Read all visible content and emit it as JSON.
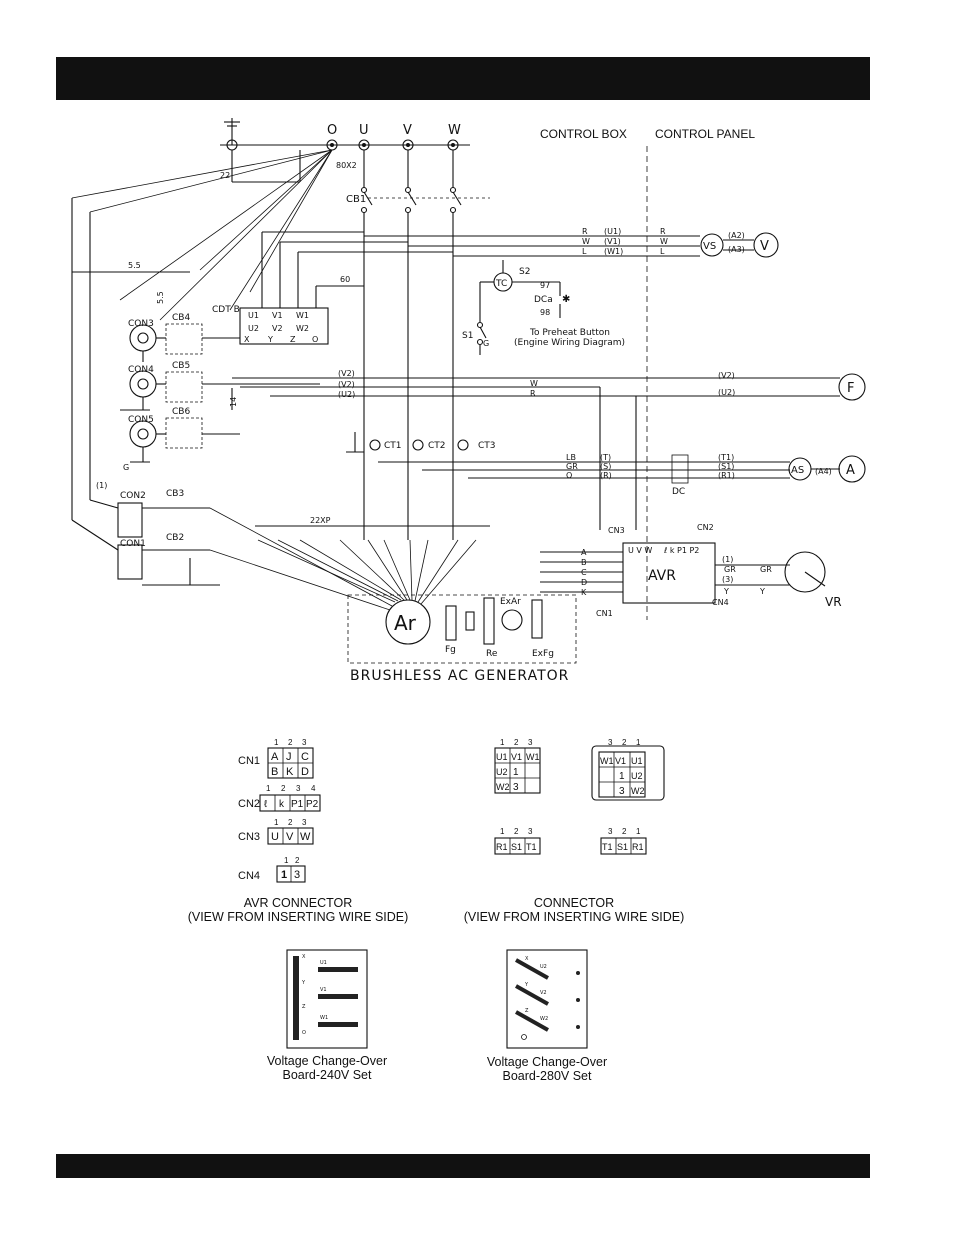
{
  "header": {
    "labels": {
      "control_box": "CONTROL BOX",
      "control_panel": "CONTROL PANEL"
    }
  },
  "terminals": {
    "ground": "⏚",
    "o": "O",
    "u": "U",
    "v": "V",
    "w": "W"
  },
  "generator": {
    "title": "BRUSHLESS AC GENERATOR",
    "armature": "Ar",
    "field": "Fg",
    "rectifier": "Re",
    "exciter_armature": "ExAr",
    "exciter_field": "ExFg"
  },
  "devices": {
    "cb1": "CB1",
    "tc": "TC",
    "s1": "S1",
    "s2": "S2",
    "dca": "DCa",
    "preheat_note_1": "To Preheat Button",
    "preheat_note_2": "(Engine Wiring Diagram)",
    "cdtb": "CDT B",
    "avr": "AVR",
    "vr": "VR",
    "dc": "DC",
    "ct1": "CT1",
    "ct2": "CT2",
    "ct3": "CT3",
    "con1": "CON1",
    "con2": "CON2",
    "con3": "CON3",
    "con4": "CON4",
    "con5": "CON5",
    "cb2": "CB2",
    "cb3": "CB3",
    "cb4": "CB4",
    "cb5": "CB5",
    "cb6": "CB6",
    "vs": "VS",
    "as": "AS",
    "voltmeter": "V",
    "frequency_meter": "F",
    "ammeter": "A",
    "wire_22": "22",
    "wire_22xp": "22XP",
    "wire_60": "60",
    "wire_80x2": "80X2",
    "wire_55": "5.5",
    "wire_14": "14",
    "n97": "97",
    "n98": "98"
  },
  "wires": {
    "u1": "(U1)",
    "v1": "(V1)",
    "w1": "(W1)",
    "v2": "(V2)",
    "u2": "(U2)",
    "t": "(T)",
    "s": "(S)",
    "r": "(R)",
    "t1": "(T1)",
    "s1": "(S1)",
    "r1": "(R1)",
    "a2": "(A2)",
    "a3": "(A3)",
    "a4": "(A4)",
    "c1": "(1)",
    "c3": "(3)",
    "color_r": "R",
    "color_w": "W",
    "color_l": "L",
    "color_lb": "LB",
    "color_gr": "GR",
    "color_o": "O",
    "color_y": "Y",
    "color_g": "G"
  },
  "avr_connectors": {
    "caption_1": "AVR CONNECTOR",
    "caption_2": "(VIEW FROM INSERTING WIRE SIDE)",
    "cn1": {
      "label": "CN1",
      "pins": [
        "1",
        "2",
        "3"
      ],
      "rows": [
        [
          "A",
          "J",
          "C"
        ],
        [
          "B",
          "K",
          "D"
        ]
      ]
    },
    "cn2": {
      "label": "CN2",
      "pins": [
        "1",
        "2",
        "3",
        "4"
      ],
      "cells": [
        "ℓ",
        "k",
        "P1",
        "P2"
      ]
    },
    "cn3": {
      "label": "CN3",
      "pins": [
        "1",
        "2",
        "3"
      ],
      "cells": [
        "U",
        "V",
        "W"
      ]
    },
    "cn4": {
      "label": "CN4",
      "pins": [
        "1",
        "2"
      ],
      "cells": [
        "1",
        "3"
      ]
    }
  },
  "connectors": {
    "caption_1": "CONNECTOR",
    "caption_2": "(VIEW FROM INSERTING WIRE SIDE)",
    "left_pins": [
      "1",
      "2",
      "3"
    ],
    "left_grid": [
      [
        "U1",
        "V1",
        "W1"
      ],
      [
        "U2",
        "1",
        ""
      ],
      [
        "W2",
        "3",
        ""
      ]
    ],
    "right_pins": [
      "3",
      "2",
      "1"
    ],
    "right_grid": [
      [
        "W1",
        "V1",
        "U1"
      ],
      [
        "",
        "1",
        "U2"
      ],
      [
        "",
        "3",
        "W2"
      ]
    ],
    "small_left": [
      "R1",
      "S1",
      "T1"
    ],
    "small_right": [
      "T1",
      "S1",
      "R1"
    ]
  },
  "boards": {
    "b240": {
      "caption_1": "Voltage Change-Over",
      "caption_2": "Board-240V Set"
    },
    "b280": {
      "caption_1": "Voltage Change-Over",
      "caption_2": "Board-280V Set"
    },
    "labels": [
      "X",
      "Y",
      "Z",
      "O",
      "U1",
      "V1",
      "W1",
      "U2",
      "V2",
      "W2"
    ]
  }
}
